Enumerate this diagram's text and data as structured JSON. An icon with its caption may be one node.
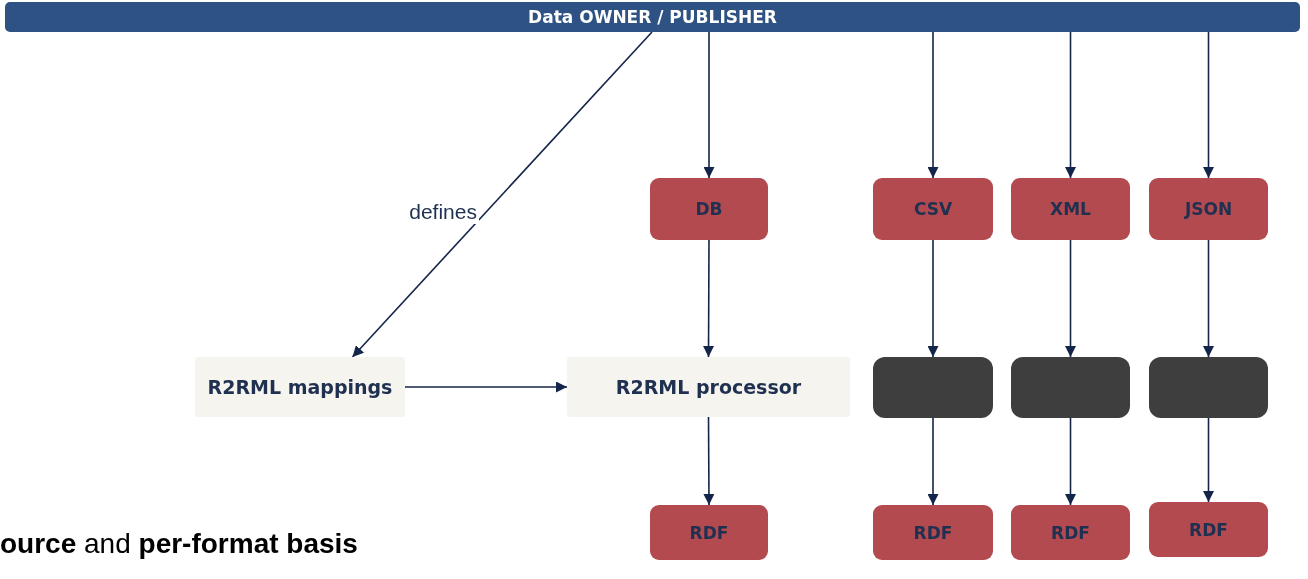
{
  "diagram": {
    "nodes": [
      {
        "text": [
          "Data OWNER / PUBLISHER"
        ]
      },
      {
        "text": [
          "DB"
        ]
      },
      {
        "text": [
          "CSV"
        ]
      },
      {
        "text": [
          "XML"
        ]
      },
      {
        "text": [
          "JSON"
        ]
      },
      {
        "text": [
          "R2RML mappings"
        ]
      },
      {
        "text": [
          "R2RML processor"
        ]
      },
      {
        "text": [],
        "shape": "box"
      },
      {
        "text": [],
        "shape": "box"
      },
      {
        "text": [],
        "shape": "box"
      },
      {
        "text": [
          "RDF"
        ]
      },
      {
        "text": [
          "RDF"
        ]
      },
      {
        "text": [
          "RDF"
        ]
      },
      {
        "text": [
          "RDF"
        ]
      }
    ],
    "edges": [
      {
        "from": 0,
        "to": 5,
        "arrow": "to",
        "label": "defines"
      },
      {
        "from": 0,
        "to": 1,
        "arrow": "to"
      },
      {
        "from": 0,
        "to": 2,
        "arrow": "to"
      },
      {
        "from": 0,
        "to": 3,
        "arrow": "to"
      },
      {
        "from": 0,
        "to": 4,
        "arrow": "to"
      },
      {
        "from": 1,
        "to": 6,
        "arrow": "to"
      },
      {
        "from": 2,
        "to": 7,
        "arrow": "to"
      },
      {
        "from": 3,
        "to": 8,
        "arrow": "to"
      },
      {
        "from": 4,
        "to": 9,
        "arrow": "to"
      },
      {
        "from": 5,
        "to": 6,
        "arrow": "to"
      },
      {
        "from": 6,
        "to": 10,
        "arrow": "to"
      },
      {
        "from": 7,
        "to": 11,
        "arrow": "to"
      },
      {
        "from": 8,
        "to": 12,
        "arrow": "to"
      },
      {
        "from": 9,
        "to": 13,
        "arrow": "to"
      }
    ],
    "labels": [
      "**ource** and **per-format basis**"
    ]
  }
}
